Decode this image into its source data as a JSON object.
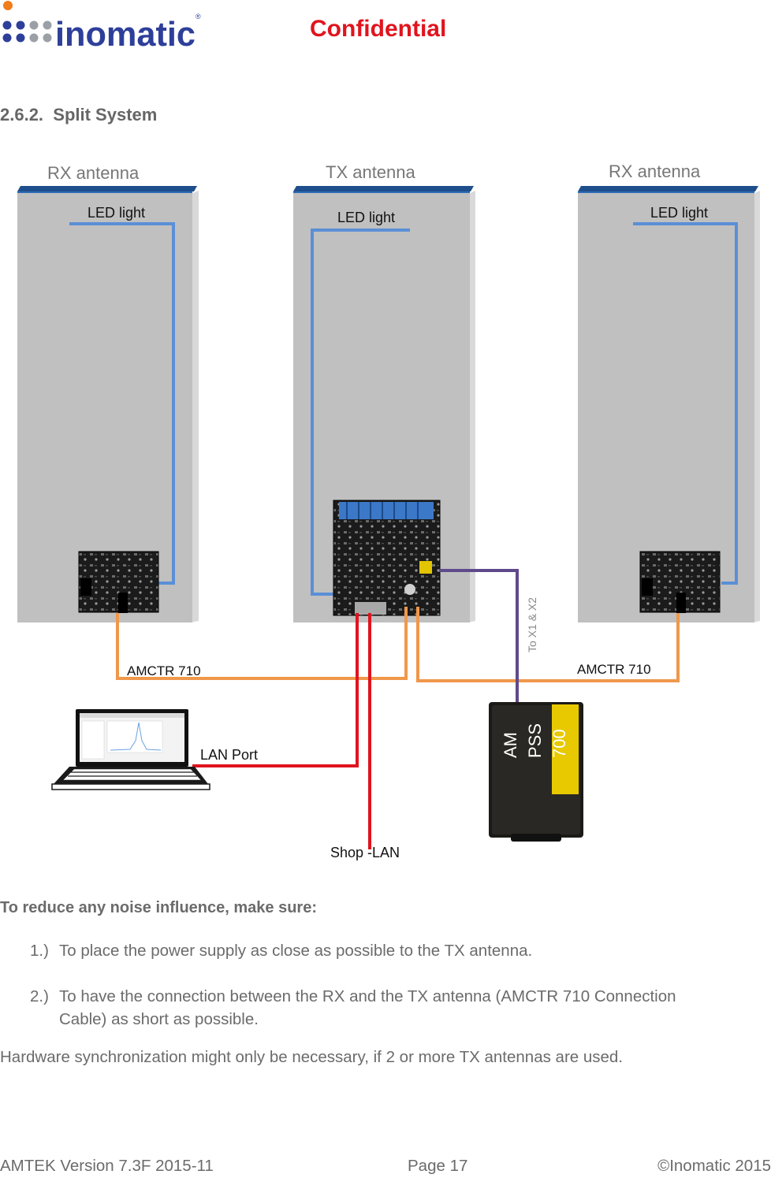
{
  "header": {
    "logo_text": "inomatic",
    "logo_registered": "®",
    "confidential": "Confidential"
  },
  "section": {
    "number": "2.6.2.",
    "title": "Split System"
  },
  "diagram": {
    "rx_left_label": "RX antenna",
    "tx_label": "TX antenna",
    "rx_right_label": "RX antenna",
    "led_left": "LED light",
    "led_center": "LED light",
    "led_right": "LED light",
    "amctr_left": "AMCTR 710",
    "amctr_right": "AMCTR 710",
    "to_x1_x2": "To X1 & X2",
    "lan_port": "LAN Port",
    "shop_lan": "Shop -LAN",
    "psu_line1": "AM",
    "psu_line2": "PSS",
    "psu_line3": "700",
    "colors": {
      "led_cable": "#5b8fd6",
      "amctr_cable": "#f0974a",
      "lan_cable": "#e0141e",
      "sync_cable": "#5f4a8b",
      "antenna_face": "#c0c0c0",
      "antenna_top": "#1f4e8c"
    }
  },
  "body": {
    "noise_heading": "To reduce any noise influence, make sure:",
    "items": [
      {
        "num": "1.)",
        "text": "To place the power supply as close as possible to the TX antenna."
      },
      {
        "num": "2.)",
        "text": "To have the connection between the RX and the TX antenna (AMCTR 710 Connection Cable) as short as possible."
      }
    ],
    "hw_sync": "Hardware synchronization might only be necessary, if 2 or more TX antennas are used."
  },
  "footer": {
    "version": "AMTEK Version 7.3F 2015-11",
    "page": "Page 17",
    "copyright": "©Inomatic 2015"
  }
}
